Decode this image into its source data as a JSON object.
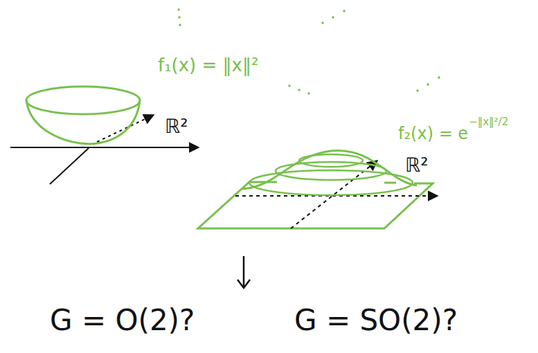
{
  "diagram": {
    "labels": [
      "f₁(x) = ‖x‖²",
      "ℝ²",
      "f₂(x) = e",
      "−‖x‖²/2",
      "ℝ²",
      "G = O(2)?",
      "G = SO(2)?"
    ]
  }
}
